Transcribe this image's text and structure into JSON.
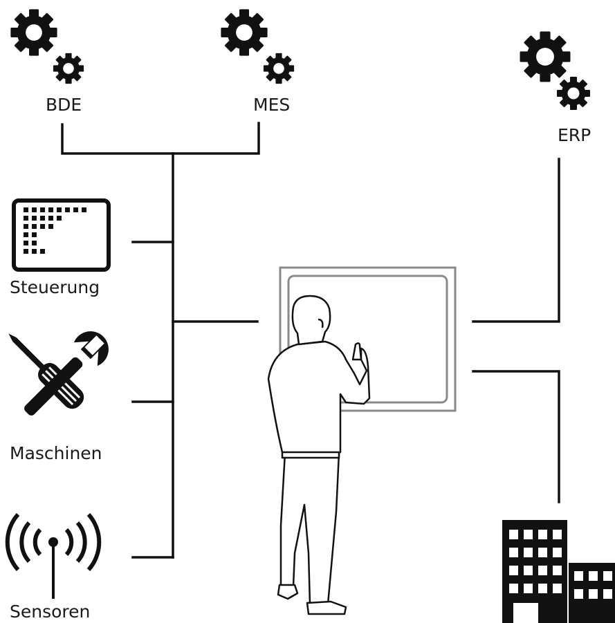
{
  "labels": {
    "bde": "BDE",
    "mes": "MES",
    "erp": "ERP",
    "steuerung": "Steuerung",
    "maschinen": "Maschinen",
    "sensoren": "Sensoren"
  },
  "icons": {
    "bde": "gears-icon",
    "mes": "gears-icon",
    "erp": "gears-icon",
    "steuerung": "control-panel-icon",
    "maschinen": "wrench-screwdriver-icon",
    "sensoren": "wireless-sensor-icon",
    "factory": "building-icon",
    "operator": "person-at-touchscreen-icon"
  },
  "colors": {
    "ink": "#111111",
    "screen_frame": "#8a8a8a",
    "background": "#ffffff"
  }
}
